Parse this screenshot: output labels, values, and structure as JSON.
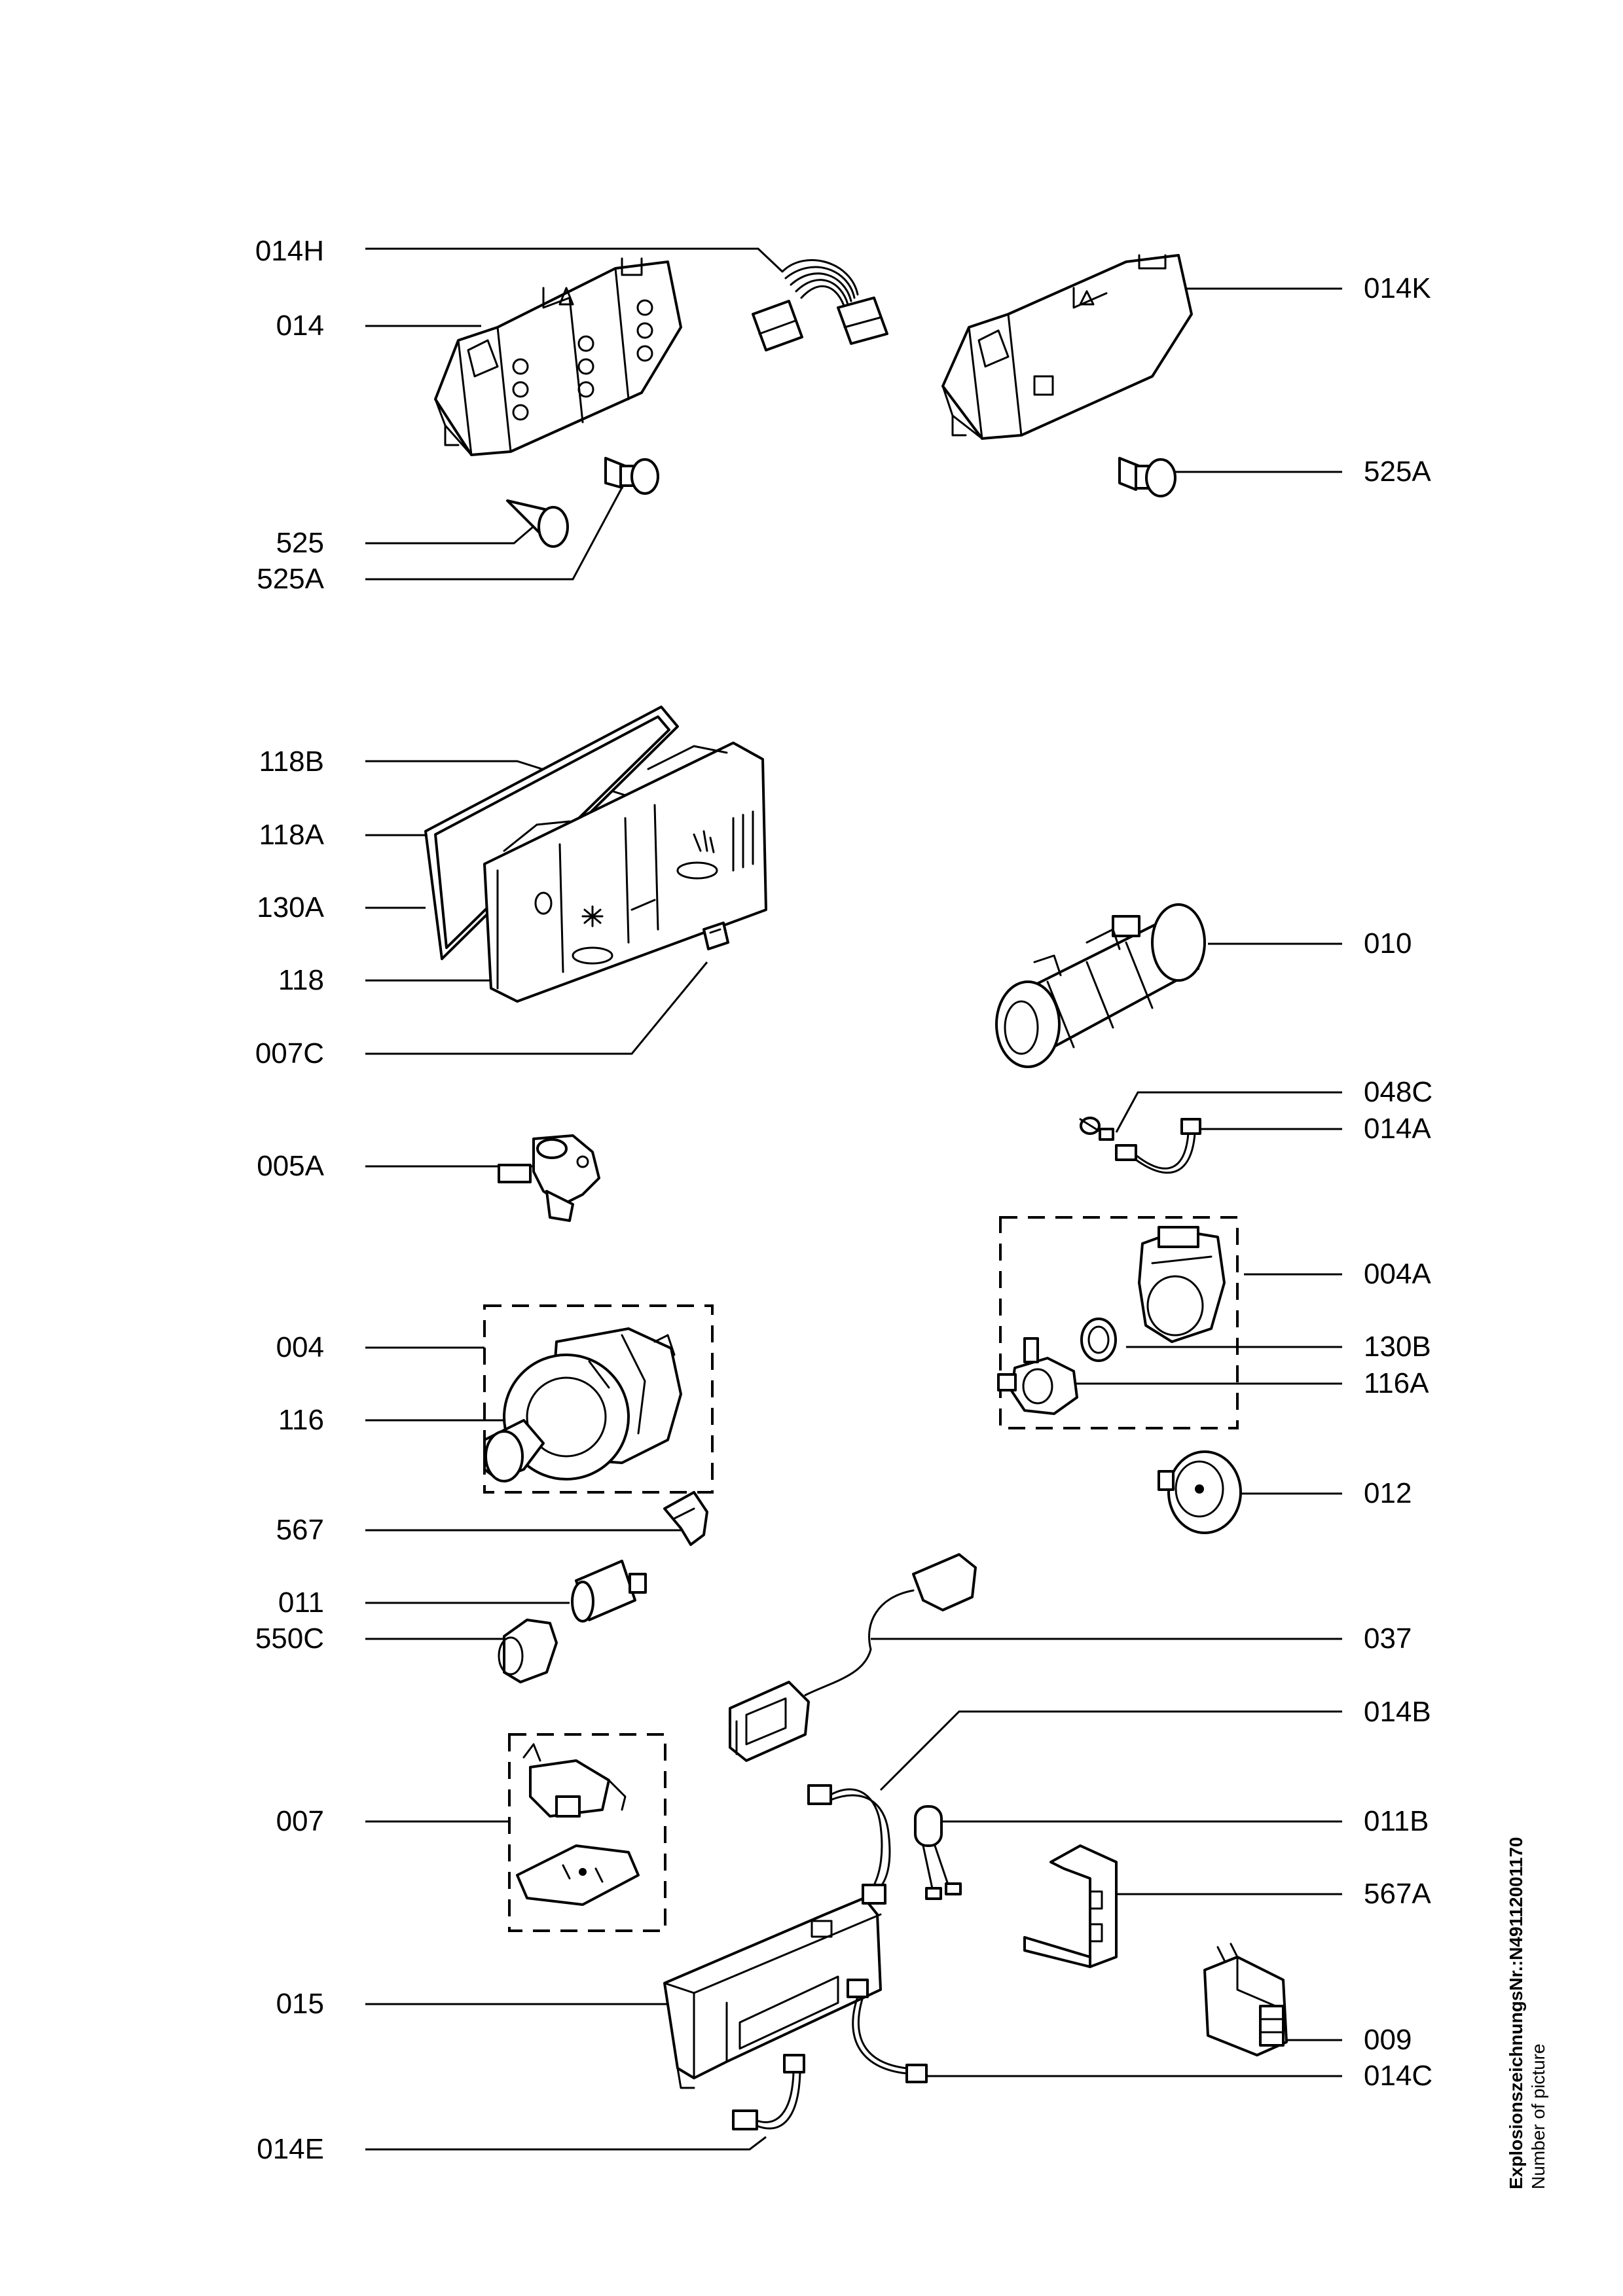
{
  "labels": {
    "l_014H": "014H",
    "l_014": "014",
    "l_525": "525",
    "l_525A_left": "525A",
    "l_014K": "014K",
    "l_525A_right": "525A",
    "l_118B": "118B",
    "l_118A": "118A",
    "l_130A": "130A",
    "l_118": "118",
    "l_007C": "007C",
    "l_005A": "005A",
    "l_004": "004",
    "l_116": "116",
    "l_567": "567",
    "l_011": "011",
    "l_550C": "550C",
    "l_007": "007",
    "l_015": "015",
    "l_014E": "014E",
    "l_010": "010",
    "l_048C": "048C",
    "l_014A": "014A",
    "l_004A": "004A",
    "l_130B": "130B",
    "l_116A": "116A",
    "l_012": "012",
    "l_037": "037",
    "l_014B": "014B",
    "l_011B": "011B",
    "l_567A": "567A",
    "l_009": "009",
    "l_014C": "014C"
  },
  "side_text": {
    "drawing_number": "ExplosionszeichnungsNr.:N49112001170",
    "caption": "Number of picture"
  }
}
